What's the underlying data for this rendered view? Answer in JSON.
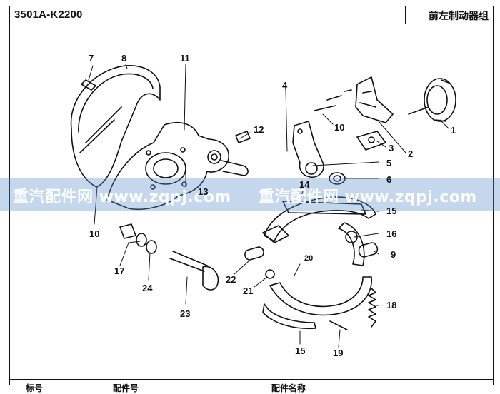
{
  "header": {
    "part_number": "3501A-K2200",
    "part_name": "前左制动器组"
  },
  "watermark": {
    "text_left": "重汽配件网 www.zqpj.com",
    "text_right": "重汽配件网 www.zqpj.com"
  },
  "callouts": [
    "1",
    "2",
    "3",
    "4",
    "5",
    "6",
    "7",
    "8",
    "9",
    "10",
    "10",
    "11",
    "12",
    "13",
    "14",
    "15",
    "15",
    "16",
    "17",
    "18",
    "19",
    "20",
    "21",
    "22",
    "23",
    "24"
  ],
  "footer": {
    "col1": "标号",
    "col2": "配件号",
    "col3": "配件名称"
  }
}
